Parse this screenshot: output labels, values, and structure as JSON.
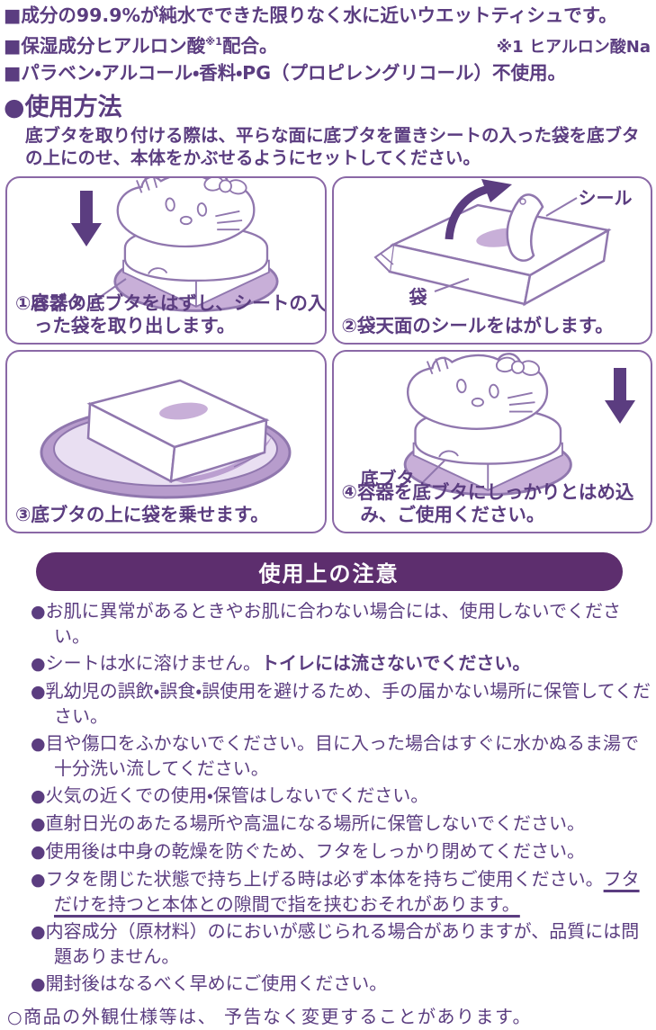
{
  "colors": {
    "text_purple": "#5b3d80",
    "banner_purple": "#5d2e6e",
    "line_art_purple": "#9077ae",
    "light_fill_purple": "#c8afd8",
    "panel_border_purple": "#8a68a6"
  },
  "header": {
    "bullets": [
      {
        "marker": "■",
        "text": "成分の99.9%が純水でできた限りなく水に近いウエットティシュです。"
      },
      {
        "marker": "■",
        "pre": "保湿成分ヒアルロン酸",
        "sup": "※1",
        "post": "配合。",
        "note": "※1 ヒアルロン酸Na"
      },
      {
        "marker": "■",
        "text": "パラベン・アルコール・香料・PG（プロピレングリコール）不使用。"
      }
    ]
  },
  "usage": {
    "marker": "●",
    "title": "使用方法",
    "intro": "底ブタを取り付ける際は、平らな面に底ブタを置きシートの入った袋を底ブタの上にのせ、本体をかぶせるようにセットしてください。",
    "steps": [
      {
        "caption": "①容器の底ブタをはずし、シートの入った袋を取り出します。",
        "label": "底ブタ"
      },
      {
        "caption": "②袋天面のシールをはがします。",
        "label_seal": "シール",
        "label_bag": "袋"
      },
      {
        "caption": "③底ブタの上に袋を乗せます。"
      },
      {
        "caption": "④容器を底ブタにしっかりとはめ込み、ご使用ください。",
        "label": "底ブタ"
      }
    ]
  },
  "precautions": {
    "title": "使用上の注意",
    "items": [
      {
        "bullet": "●",
        "text": "お肌に異常があるときやお肌に合わない場合には、使用しないでください。"
      },
      {
        "bullet": "●",
        "text": "シートは水に溶けません。",
        "bold": "トイレには流さないでください。"
      },
      {
        "bullet": "●",
        "text": "乳幼児の誤飲・誤食・誤使用を避けるため、手の届かない場所に保管してください。"
      },
      {
        "bullet": "●",
        "text": "目や傷口をふかないでください。目に入った場合はすぐに水かぬるま湯で十分洗い流してください。"
      },
      {
        "bullet": "●",
        "text": "火気の近くでの使用・保管はしないでください。"
      },
      {
        "bullet": "●",
        "text": "直射日光のあたる場所や高温になる場所に保管しないでください。"
      },
      {
        "bullet": "●",
        "text": "使用後は中身の乾燥を防ぐため、フタをしっかり閉めてください。"
      },
      {
        "bullet": "●",
        "text": "フタを閉じた状態で持ち上げる時は必ず本体を持ちご使用ください。",
        "underline": "フタだけを持つと本体との隙間で指を挟むおそれがあります。"
      },
      {
        "bullet": "●",
        "text": "内容成分（原材料）のにおいが感じられる場合がありますが、品質には問題ありません。"
      },
      {
        "bullet": "●",
        "text": "開封後はなるべく早めにご使用ください。"
      },
      {
        "bullet": "○",
        "text": "商品の外観仕様等は、 予告なく変更することがあります。"
      }
    ]
  }
}
